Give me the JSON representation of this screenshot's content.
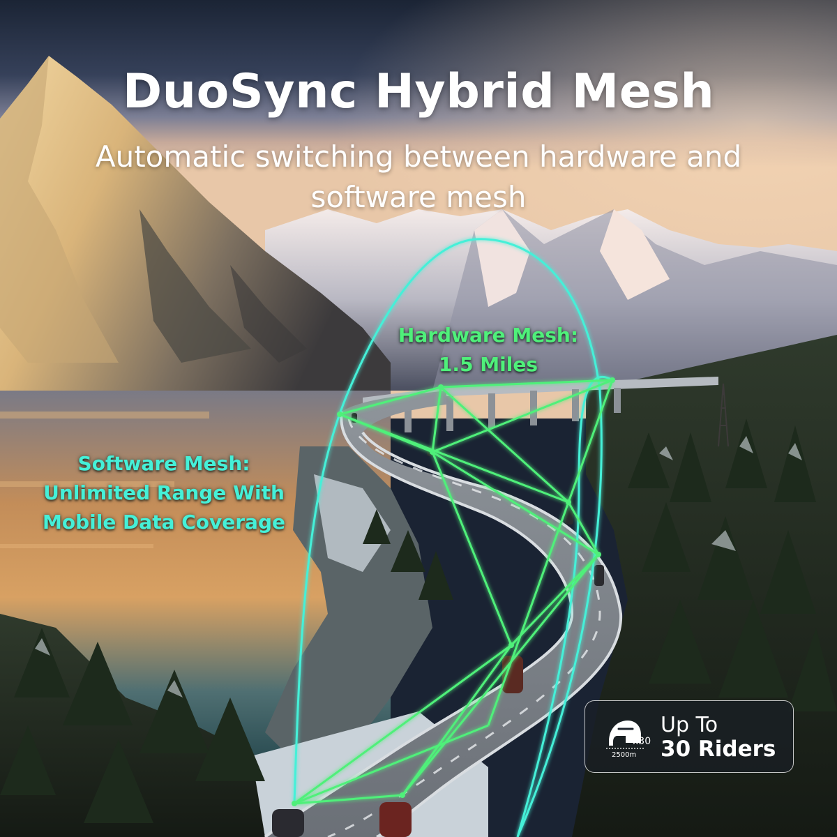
{
  "header": {
    "title": "DuoSync Hybrid Mesh",
    "subtitle": "Automatic switching between hardware and software mesh"
  },
  "annotations": {
    "hardware_mesh": {
      "line1": "Hardware Mesh:",
      "line2": "1.5 Miles"
    },
    "software_mesh": {
      "line1": "Software Mesh:",
      "line2": "Unlimited Range With",
      "line3": "Mobile Data Coverage"
    }
  },
  "badge": {
    "icon": "helmet-icon",
    "icon_mult": "x30",
    "icon_range": "2500m",
    "line1": "Up To",
    "line2": "30 Riders"
  },
  "colors": {
    "hardware_mesh": "#4ff07a",
    "software_mesh": "#45f0d8",
    "title": "#ffffff"
  }
}
